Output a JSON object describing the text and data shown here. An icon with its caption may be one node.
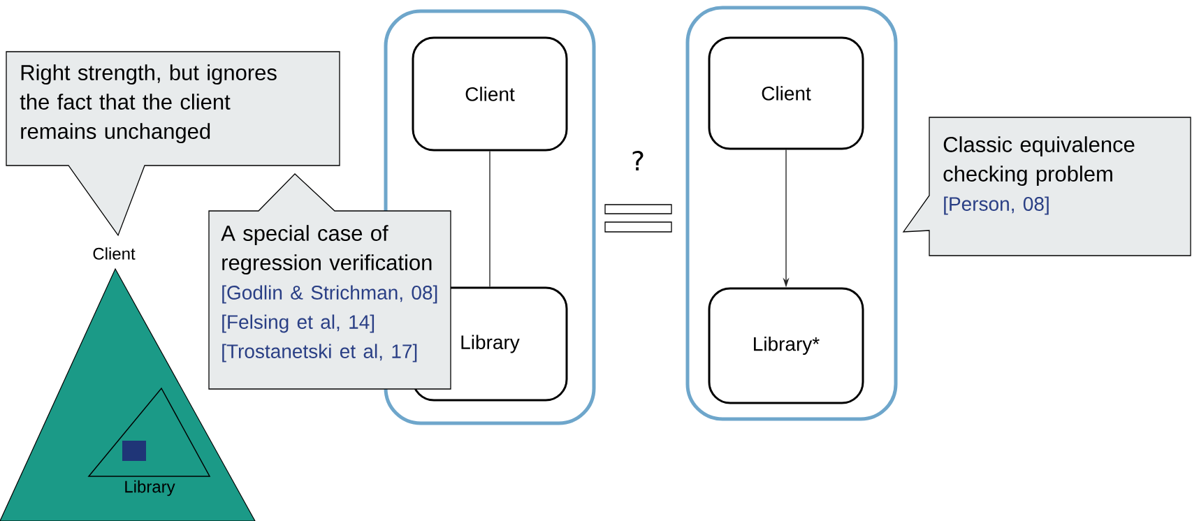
{
  "diagram": {
    "nodes": [
      {
        "text": [
          "Right strength, but ignores the fact that the client remains unchanged"
        ]
      },
      {
        "text": [
          "Client"
        ]
      },
      {
        "text": [
          "Library"
        ],
        "in": 1
      },
      {
        "text": [],
        "shape": "box",
        "in": 2
      },
      {
        "text": [
          "A special case of regression verification",
          "[Godlin & Strichman, 08]",
          "[Felsing et al, 14]",
          "[Trostanetski et al, 17]"
        ]
      },
      {
        "text": [],
        "shape": "box"
      },
      {
        "text": [
          "Client"
        ],
        "in": 5
      },
      {
        "text": [
          "Library"
        ],
        "in": 5
      },
      {
        "text": [],
        "shape": "box"
      },
      {
        "text": [
          "Client"
        ],
        "in": 8
      },
      {
        "text": [
          "Library*"
        ],
        "in": 8
      },
      {
        "text": [
          "Classic equivalence checking problem",
          "[Person, 08]"
        ]
      }
    ],
    "edges": [
      {
        "from": 6,
        "to": 7,
        "arrow": "none"
      },
      {
        "from": 9,
        "to": 10,
        "arrow": "to"
      }
    ],
    "labels": [
      "?"
    ]
  }
}
